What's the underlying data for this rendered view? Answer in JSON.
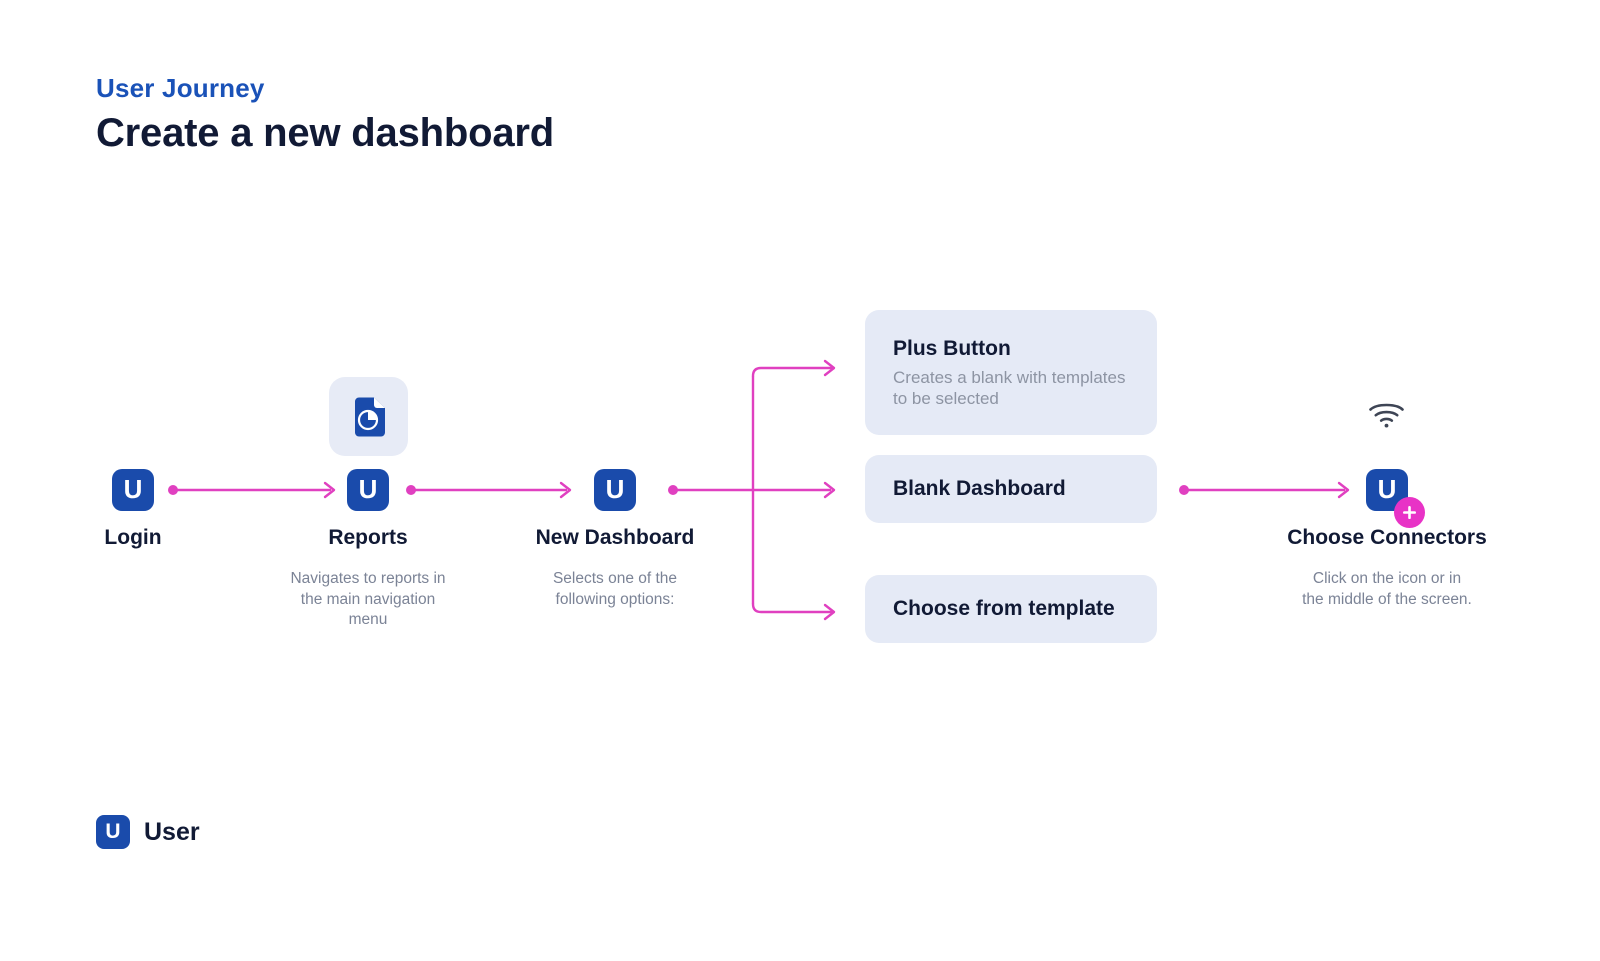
{
  "header": {
    "eyebrow": "User Journey",
    "title": "Create a new dashboard"
  },
  "colors": {
    "accent_blue": "#1a52b8",
    "node_blue": "#1a4bab",
    "title_navy": "#111a35",
    "muted_gray": "#7b8396",
    "card_bg": "#e5eaf6",
    "connector_magenta": "#e040c0",
    "plus_badge_magenta": "#e833c6",
    "page_bg": "#ffffff"
  },
  "flow": {
    "nodes": [
      {
        "id": "login",
        "label": "Login",
        "icon": "user-u-icon",
        "description": ""
      },
      {
        "id": "reports",
        "label": "Reports",
        "icon": "user-u-icon",
        "aux_icon": "report-document-pie-icon",
        "description": "Navigates to reports in the main navigation menu"
      },
      {
        "id": "new-dashboard",
        "label": "New Dashboard",
        "icon": "user-u-icon",
        "description": "Selects one of the following options:"
      },
      {
        "id": "choose-connectors",
        "label": "Choose Connectors",
        "icon": "user-u-icon",
        "aux_icon": "wifi-icon",
        "badge_icon": "plus-icon",
        "description": "Click on the icon or in the middle of the screen."
      }
    ],
    "options": [
      {
        "id": "plus-button",
        "title": "Plus Button",
        "subtitle": "Creates a blank with templates to be selected"
      },
      {
        "id": "blank-dashboard",
        "title": "Blank Dashboard",
        "subtitle": ""
      },
      {
        "id": "choose-from-template",
        "title": "Choose from template",
        "subtitle": ""
      }
    ]
  },
  "legend": {
    "icon": "user-u-icon",
    "label": "User"
  }
}
